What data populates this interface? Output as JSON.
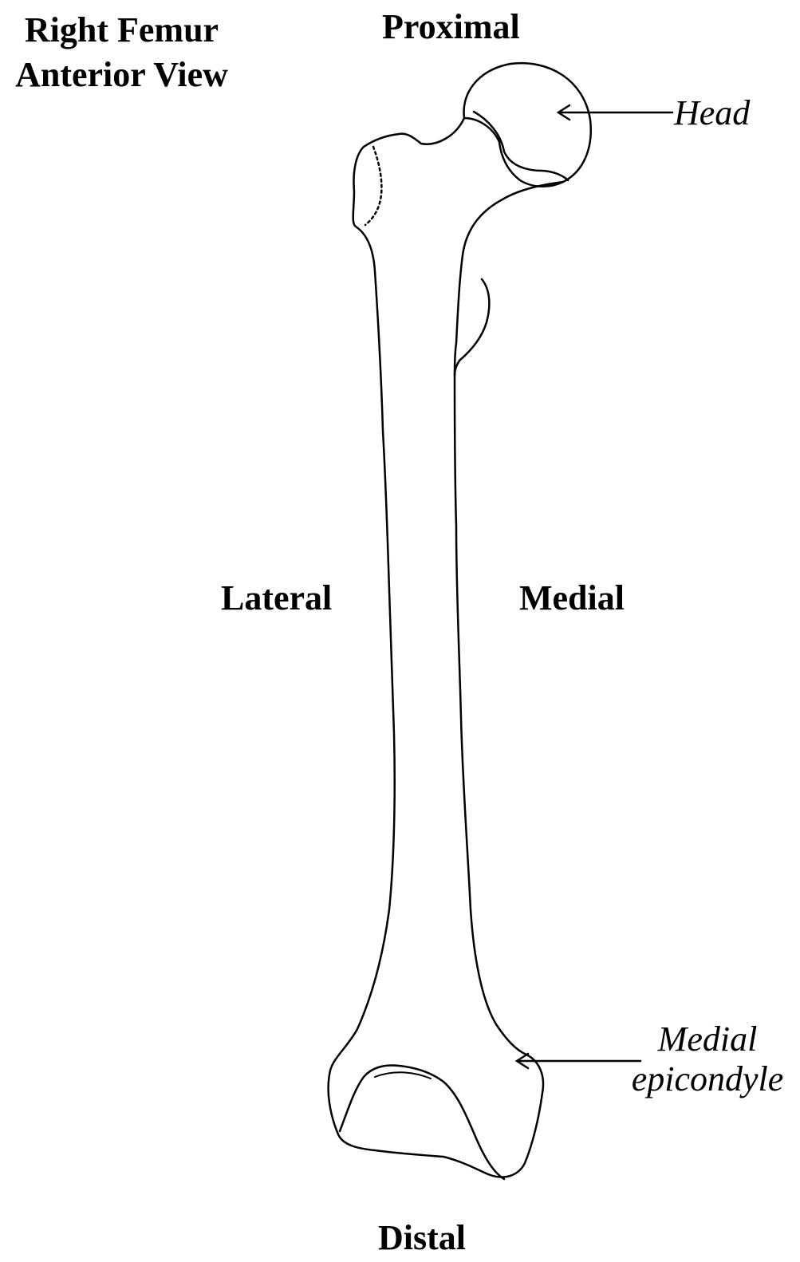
{
  "title": {
    "line1": "Right Femur",
    "line2": "Anterior View"
  },
  "orientation": {
    "proximal": "Proximal",
    "distal": "Distal",
    "lateral": "Lateral",
    "medial": "Medial"
  },
  "annotations": {
    "head": "Head",
    "medial_epicondyle_line1": "Medial",
    "medial_epicondyle_line2": "epicondyle"
  },
  "colors": {
    "line": "#000000",
    "background": "#ffffff"
  }
}
